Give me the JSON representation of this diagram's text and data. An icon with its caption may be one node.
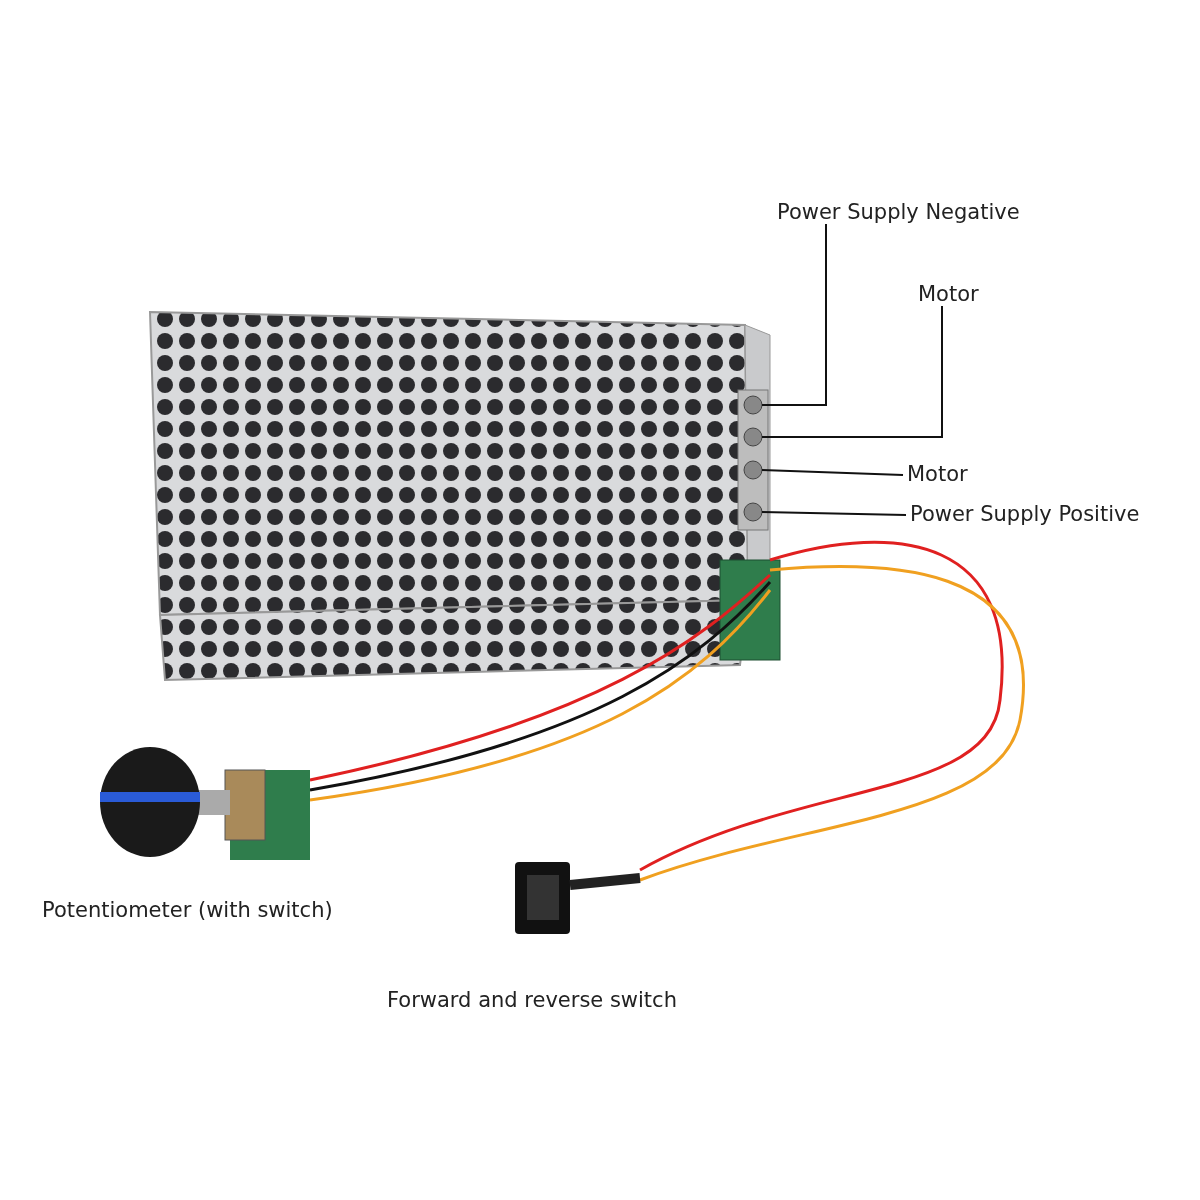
{
  "diagram": {
    "nodes": [
      {
        "text": [
          "Power Supply Negative"
        ]
      },
      {
        "text": [
          "Motor"
        ]
      },
      {
        "text": [
          "Motor"
        ]
      },
      {
        "text": [
          "Power Supply Positive"
        ]
      }
    ],
    "edges": [
      {
        "from": 0,
        "to": null,
        "arrow": "none"
      },
      {
        "from": 1,
        "to": null,
        "arrow": "none"
      },
      {
        "from": 2,
        "to": null,
        "arrow": "none"
      },
      {
        "from": 3,
        "to": null,
        "arrow": "none"
      }
    ],
    "labels": [
      "Potentiometer (with switch)",
      "Forward and reverse switch"
    ]
  }
}
